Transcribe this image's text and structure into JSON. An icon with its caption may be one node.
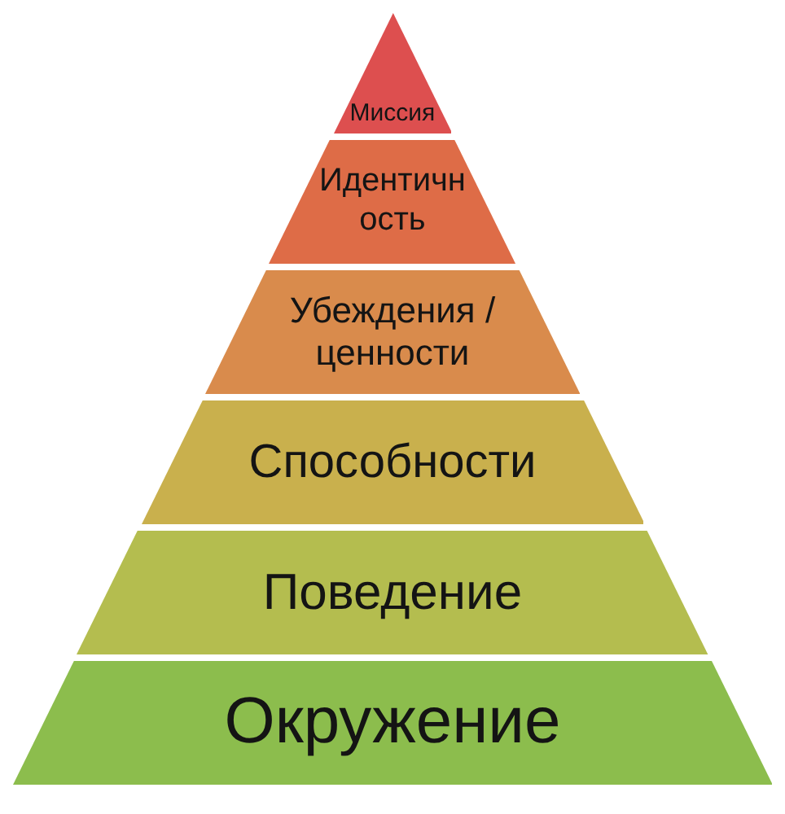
{
  "diagram": {
    "nodes": [
      {
        "text": [
          "Миссия"
        ]
      },
      {
        "text": [
          "Идентичность"
        ]
      },
      {
        "text": [
          "Убеждения / ценности"
        ]
      },
      {
        "text": [
          "Способности"
        ]
      },
      {
        "text": [
          "Поведение"
        ]
      },
      {
        "text": [
          "Окружение"
        ]
      }
    ]
  }
}
